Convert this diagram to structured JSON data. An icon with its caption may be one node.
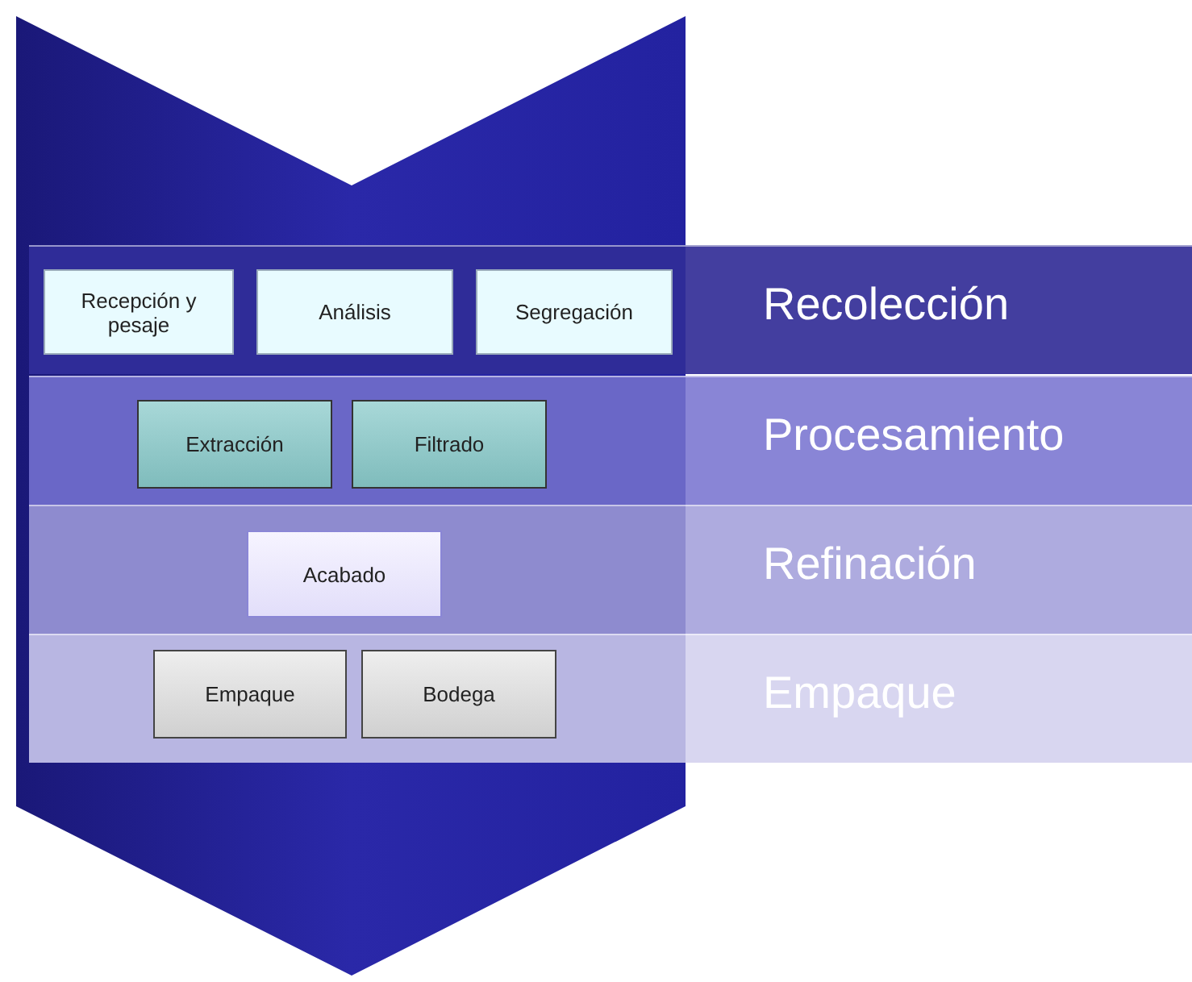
{
  "diagram": {
    "nodes": [
      {
        "text": [
          "Recolección"
        ]
      },
      {
        "text": [
          "Recepción y pesaje"
        ],
        "in": 0
      },
      {
        "text": [
          "Análisis"
        ],
        "in": 0
      },
      {
        "text": [
          "Segregación"
        ],
        "in": 0
      },
      {
        "text": [
          "Procesamiento"
        ]
      },
      {
        "text": [
          "Extracción"
        ],
        "in": 4
      },
      {
        "text": [
          "Filtrado"
        ],
        "in": 4
      },
      {
        "text": [
          "Refinación"
        ]
      },
      {
        "text": [
          "Acabado"
        ],
        "in": 7
      },
      {
        "text": [
          "Empaque"
        ]
      },
      {
        "text": [
          "Empaque"
        ],
        "in": 9
      },
      {
        "text": [
          "Bodega"
        ],
        "in": 9
      }
    ]
  }
}
